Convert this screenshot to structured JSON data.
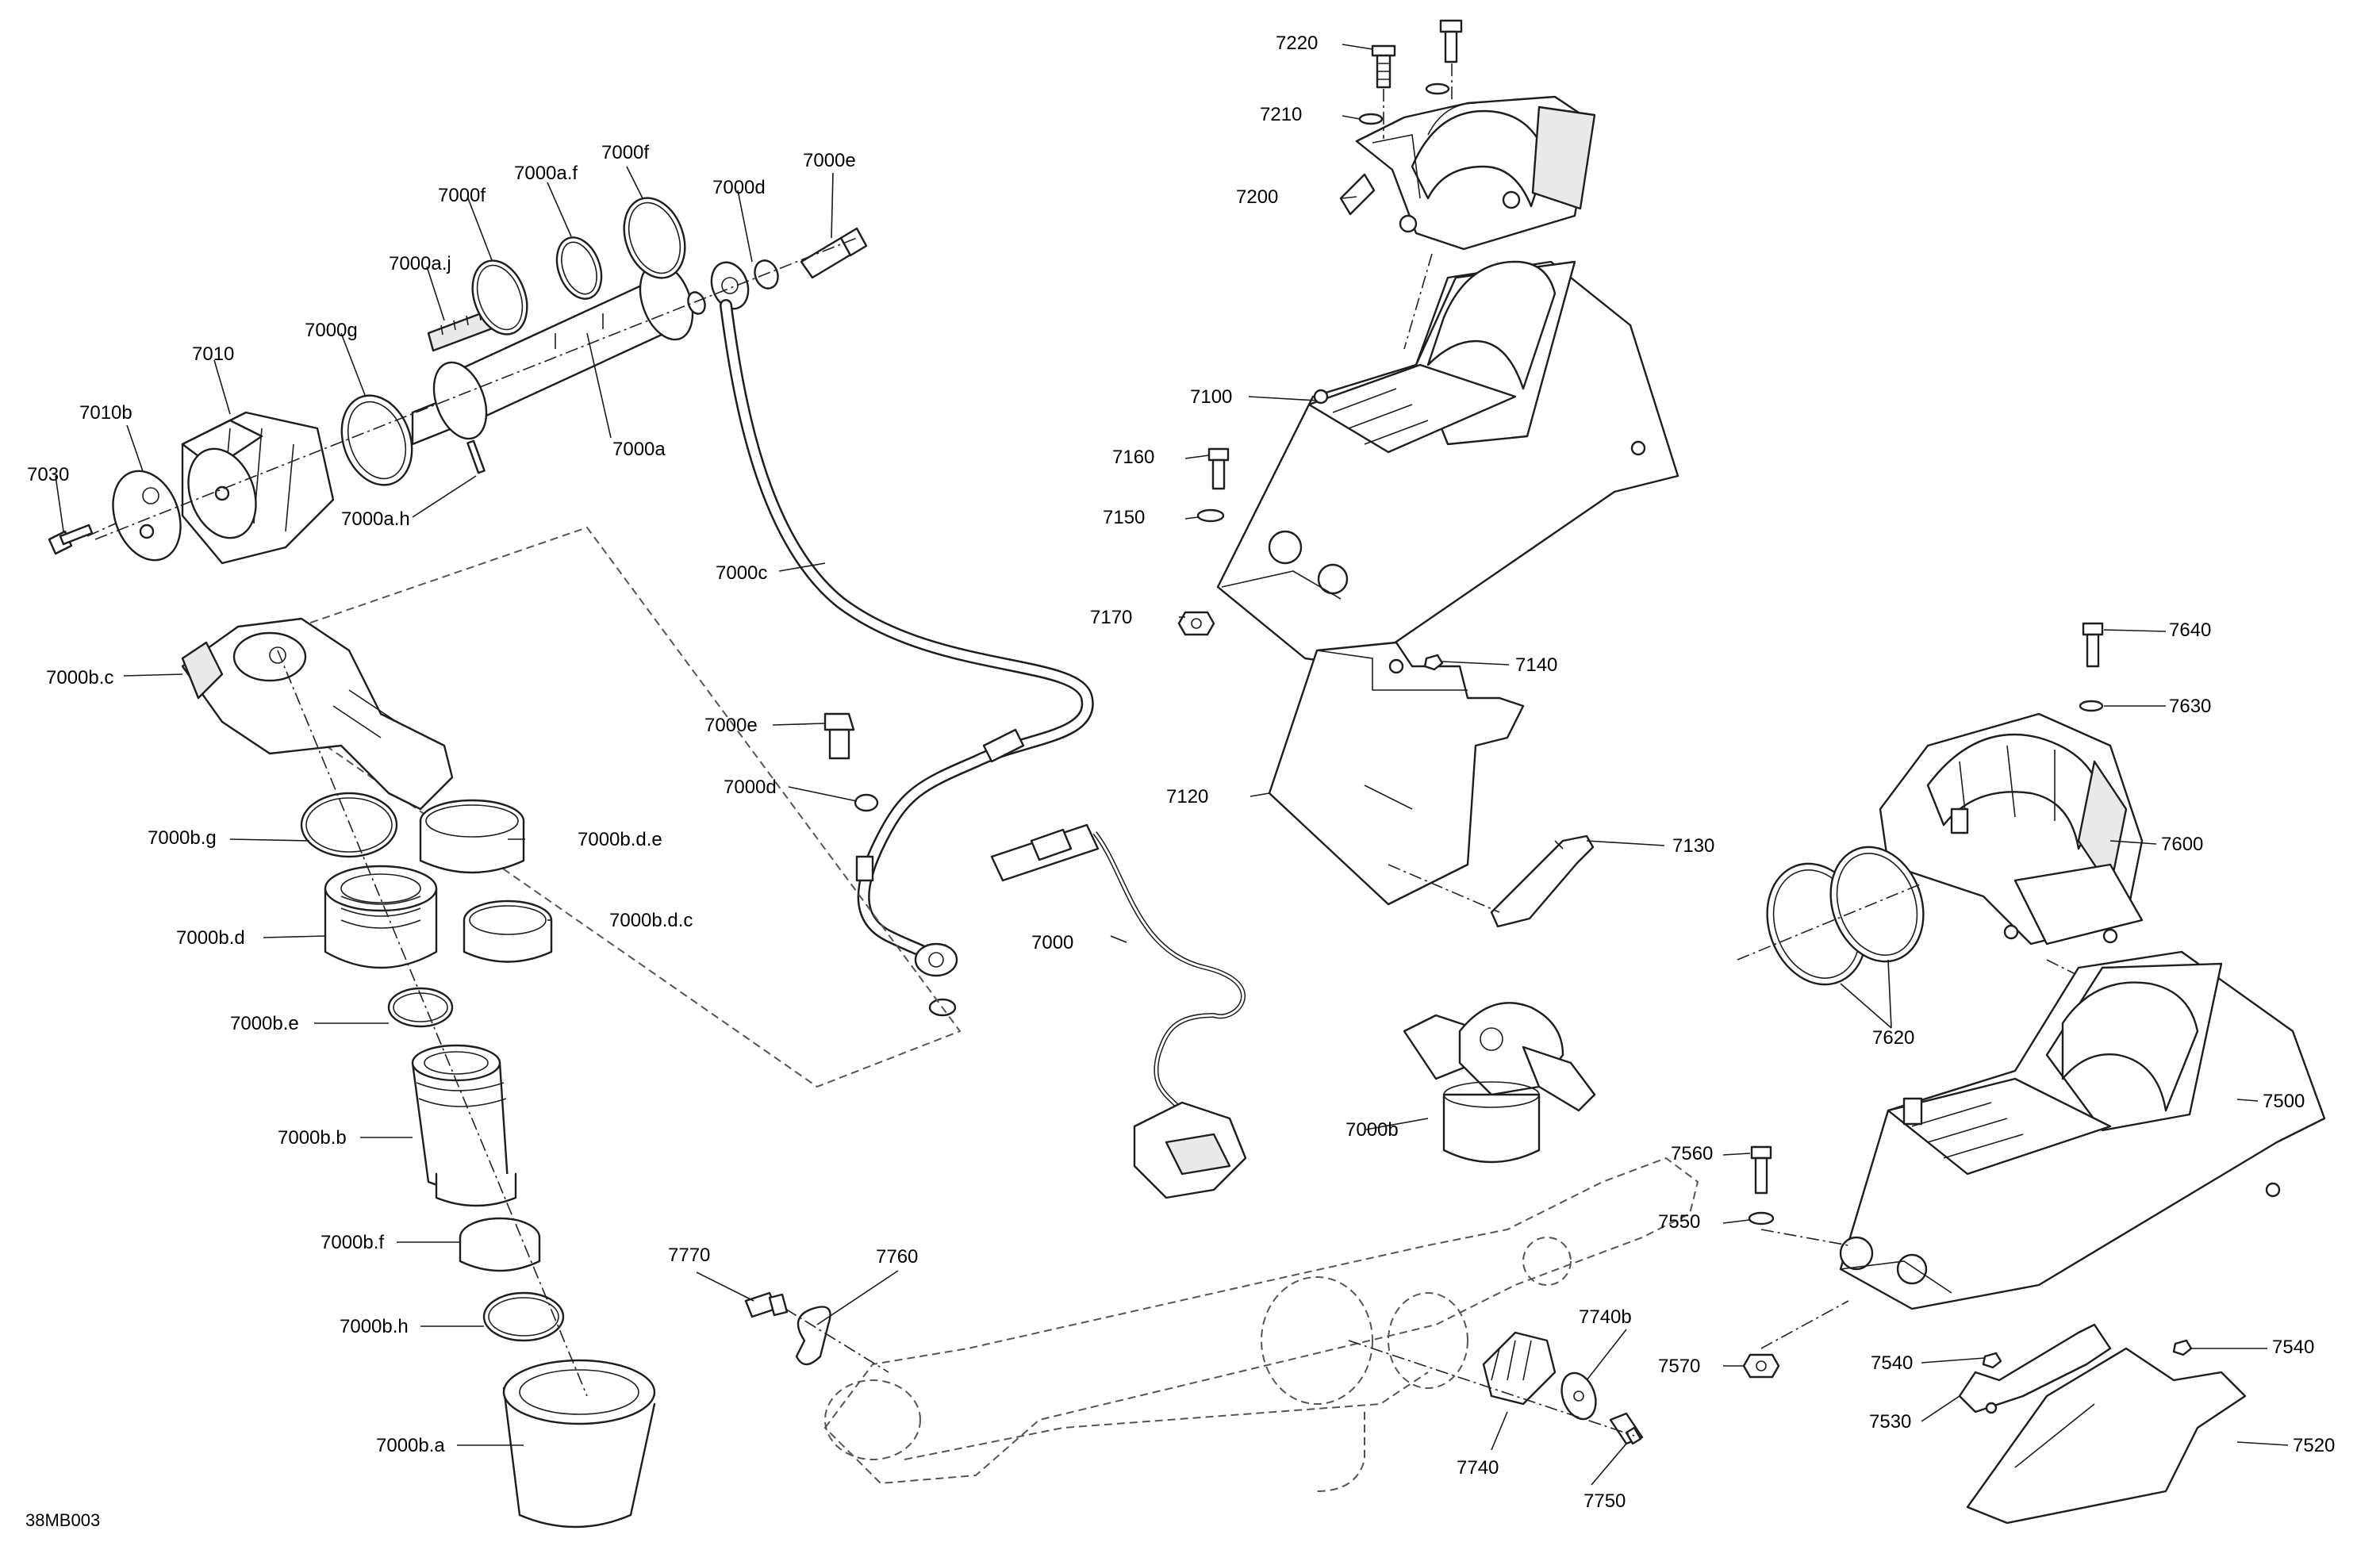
{
  "document_code": "38MB003",
  "callouts": {
    "c7220": "7220",
    "c7210": "7210",
    "c7200": "7200",
    "c7100": "7100",
    "c7160": "7160",
    "c7150": "7150",
    "c7170": "7170",
    "c7140": "7140",
    "c7120": "7120",
    "c7130": "7130",
    "c7640": "7640",
    "c7630": "7630",
    "c7600": "7600",
    "c7620": "7620",
    "c7500": "7500",
    "c7560": "7560",
    "c7550": "7550",
    "c7570": "7570",
    "c7540a": "7540",
    "c7540b": "7540",
    "c7530": "7530",
    "c7520": "7520",
    "c7000f1": "7000f",
    "c7000af": "7000a.f",
    "c7000f2": "7000f",
    "c7000d1": "7000d",
    "c7000e1": "7000e",
    "c7000aj": "7000a.j",
    "c7000g": "7000g",
    "c7010": "7010",
    "c7010b": "7010b",
    "c7030": "7030",
    "c7000a": "7000a",
    "c7000ah": "7000a.h",
    "c7000c": "7000c",
    "c7000bc": "7000b.c",
    "c7000e2": "7000e",
    "c7000d2": "7000d",
    "c7000bg": "7000b.g",
    "c7000bde": "7000b.d.e",
    "c7000bd": "7000b.d",
    "c7000bdc": "7000b.d.c",
    "c7000": "7000",
    "c7000be": "7000b.e",
    "c7000bb": "7000b.b",
    "c7000b": "7000b",
    "c7000bf": "7000b.f",
    "c7000bh": "7000b.h",
    "c7000ba": "7000b.a",
    "c7770": "7770",
    "c7760": "7760",
    "c7740b": "7740b",
    "c7740": "7740",
    "c7750": "7750"
  }
}
